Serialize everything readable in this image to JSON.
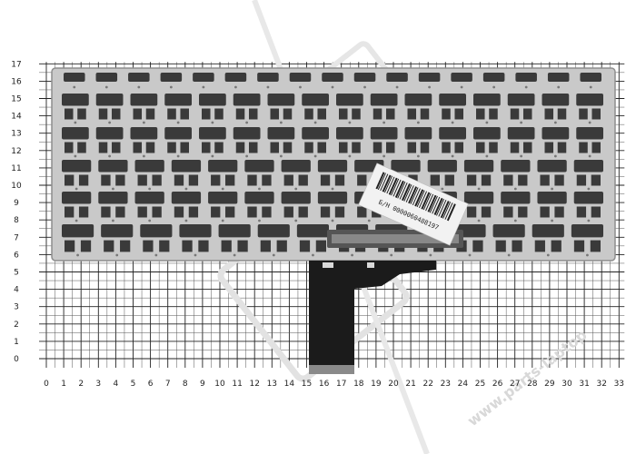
{
  "grid": {
    "x_labels": [
      "0",
      "1",
      "2",
      "3",
      "4",
      "5",
      "6",
      "7",
      "8",
      "9",
      "10",
      "11",
      "12",
      "13",
      "14",
      "15",
      "16",
      "17",
      "18",
      "19",
      "20",
      "21",
      "22",
      "23",
      "24",
      "25",
      "26",
      "27",
      "28",
      "29",
      "30",
      "31",
      "32",
      "33"
    ],
    "y_labels": [
      "0",
      "1",
      "2",
      "3",
      "4",
      "5",
      "6",
      "7",
      "8",
      "9",
      "10",
      "11",
      "12",
      "13",
      "14",
      "15",
      "16",
      "17"
    ]
  },
  "product": {
    "label_text": "Б/Н 0000060488197",
    "colors": {
      "frame": "#c9c9c9",
      "frame_edge": "#8e8e8e",
      "key_hole": "#3a3a3a",
      "cable": "#1b1b1b",
      "label": "#f2f2f2"
    }
  },
  "watermark": {
    "text": "www.parts-laptop"
  }
}
